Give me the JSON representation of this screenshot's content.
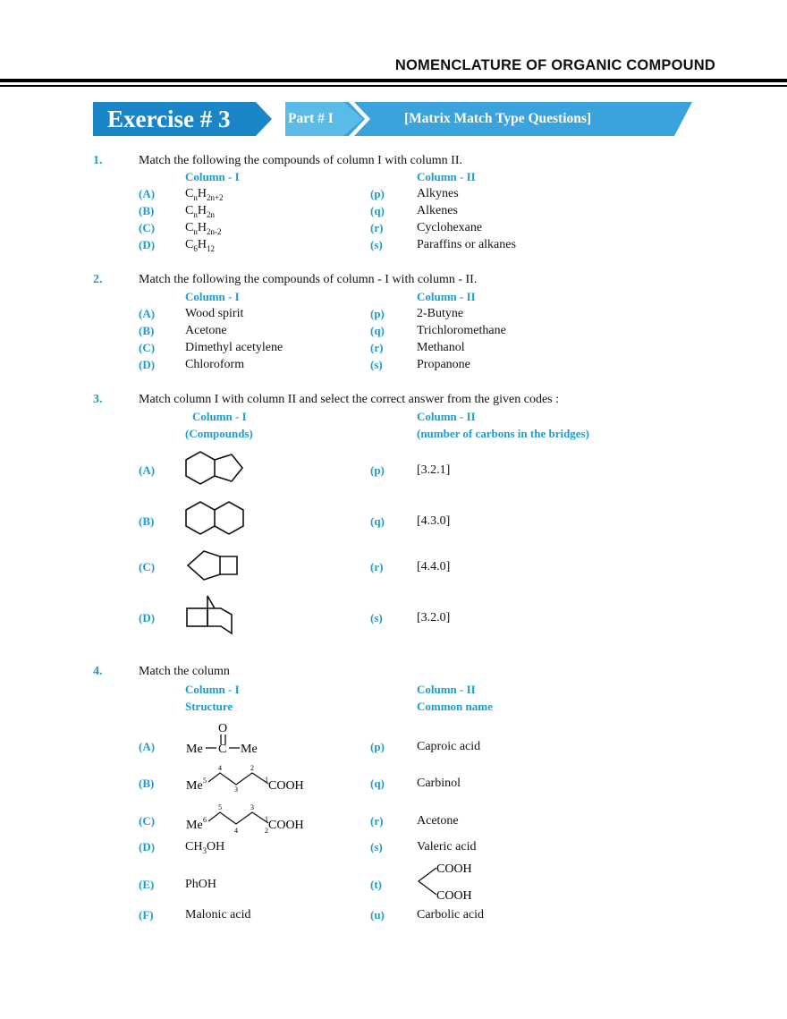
{
  "header": {
    "title": "NOMENCLATURE OF ORGANIC COMPOUND"
  },
  "banner": {
    "exercise": "Exercise # 3",
    "part": "Part # I",
    "type": "[Matrix Match Type Questions]"
  },
  "questions": [
    {
      "num": "1.",
      "text": "Match the following the compounds of column I with column II.",
      "col1": "Column - I",
      "col2": "Column - II",
      "left": [
        {
          "label": "(A)",
          "parts": [
            "C",
            "n",
            "H",
            "2n+2"
          ]
        },
        {
          "label": "(B)",
          "parts": [
            "C",
            "n",
            "H",
            "2n"
          ]
        },
        {
          "label": "(C)",
          "parts": [
            "C",
            "n",
            "H",
            "2n-2"
          ]
        },
        {
          "label": "(D)",
          "parts": [
            "C",
            "6",
            "H",
            "12"
          ]
        }
      ],
      "right": [
        {
          "label": "(p)",
          "text": "Alkynes"
        },
        {
          "label": "(q)",
          "text": "Alkenes"
        },
        {
          "label": "(r)",
          "text": "Cyclohexane"
        },
        {
          "label": "(s)",
          "text": "Paraffins or alkanes"
        }
      ]
    },
    {
      "num": "2.",
      "text": "Match the following the compounds of column - I with column - II.",
      "col1": "Column - I",
      "col2": "Column - II",
      "left": [
        {
          "label": "(A)",
          "text": "Wood spirit"
        },
        {
          "label": "(B)",
          "text": "Acetone"
        },
        {
          "label": "(C)",
          "text": "Dimethyl acetylene"
        },
        {
          "label": "(D)",
          "text": "Chloroform"
        }
      ],
      "right": [
        {
          "label": "(p)",
          "text": "2-Butyne"
        },
        {
          "label": "(q)",
          "text": "Trichloromethane"
        },
        {
          "label": "(r)",
          "text": "Methanol"
        },
        {
          "label": "(s)",
          "text": "Propanone"
        }
      ]
    },
    {
      "num": "3.",
      "text": "Match column I with column II and select the correct answer from the given codes :",
      "col1": "Column - I",
      "col1_sub": "(Compounds)",
      "col2": "Column - II",
      "col2_sub": "(number of carbons in the bridges)",
      "left": [
        {
          "label": "(A)",
          "structure": "hydrindane"
        },
        {
          "label": "(B)",
          "structure": "decalin"
        },
        {
          "label": "(C)",
          "structure": "bicyclo-4-5"
        },
        {
          "label": "(D)",
          "structure": "bicyclo-3-2-1"
        }
      ],
      "right": [
        {
          "label": "(p)",
          "text": "[3.2.1]"
        },
        {
          "label": "(q)",
          "text": "[4.3.0]"
        },
        {
          "label": "(r)",
          "text": "[4.4.0]"
        },
        {
          "label": "(s)",
          "text": "[3.2.0]"
        }
      ]
    },
    {
      "num": "4.",
      "text": "Match the column",
      "col1": "Column - I",
      "col1_sub": "Structure",
      "col2": "Column - II",
      "col2_sub": "Common name",
      "left": [
        {
          "label": "(A)",
          "atoms": {
            "o": "O",
            "me1": "Me",
            "c": "C",
            "me2": "Me"
          }
        },
        {
          "label": "(B)",
          "atoms": {
            "me": "Me",
            "cooh": "COOH",
            "n5": "5",
            "n4": "4",
            "n3": "3",
            "n2": "2",
            "n1": "1"
          }
        },
        {
          "label": "(C)",
          "atoms": {
            "me": "Me",
            "cooh": "COOH",
            "n6": "6",
            "n5": "5",
            "n4": "4",
            "n3": "3",
            "n2": "2",
            "n1": "1"
          }
        },
        {
          "label": "(D)",
          "parts": [
            "CH",
            "3",
            "OH"
          ]
        },
        {
          "label": "(E)",
          "text": "PhOH"
        },
        {
          "label": "(F)",
          "text": "Malonic acid"
        }
      ],
      "right": [
        {
          "label": "(p)",
          "text": "Caproic acid"
        },
        {
          "label": "(q)",
          "text": "Carbinol"
        },
        {
          "label": "(r)",
          "text": "Acetone"
        },
        {
          "label": "(s)",
          "text": "Valeric acid"
        },
        {
          "label": "(t)",
          "cooh1": "COOH",
          "cooh2": "COOH"
        },
        {
          "label": "(u)",
          "text": "Carbolic acid"
        }
      ]
    }
  ]
}
